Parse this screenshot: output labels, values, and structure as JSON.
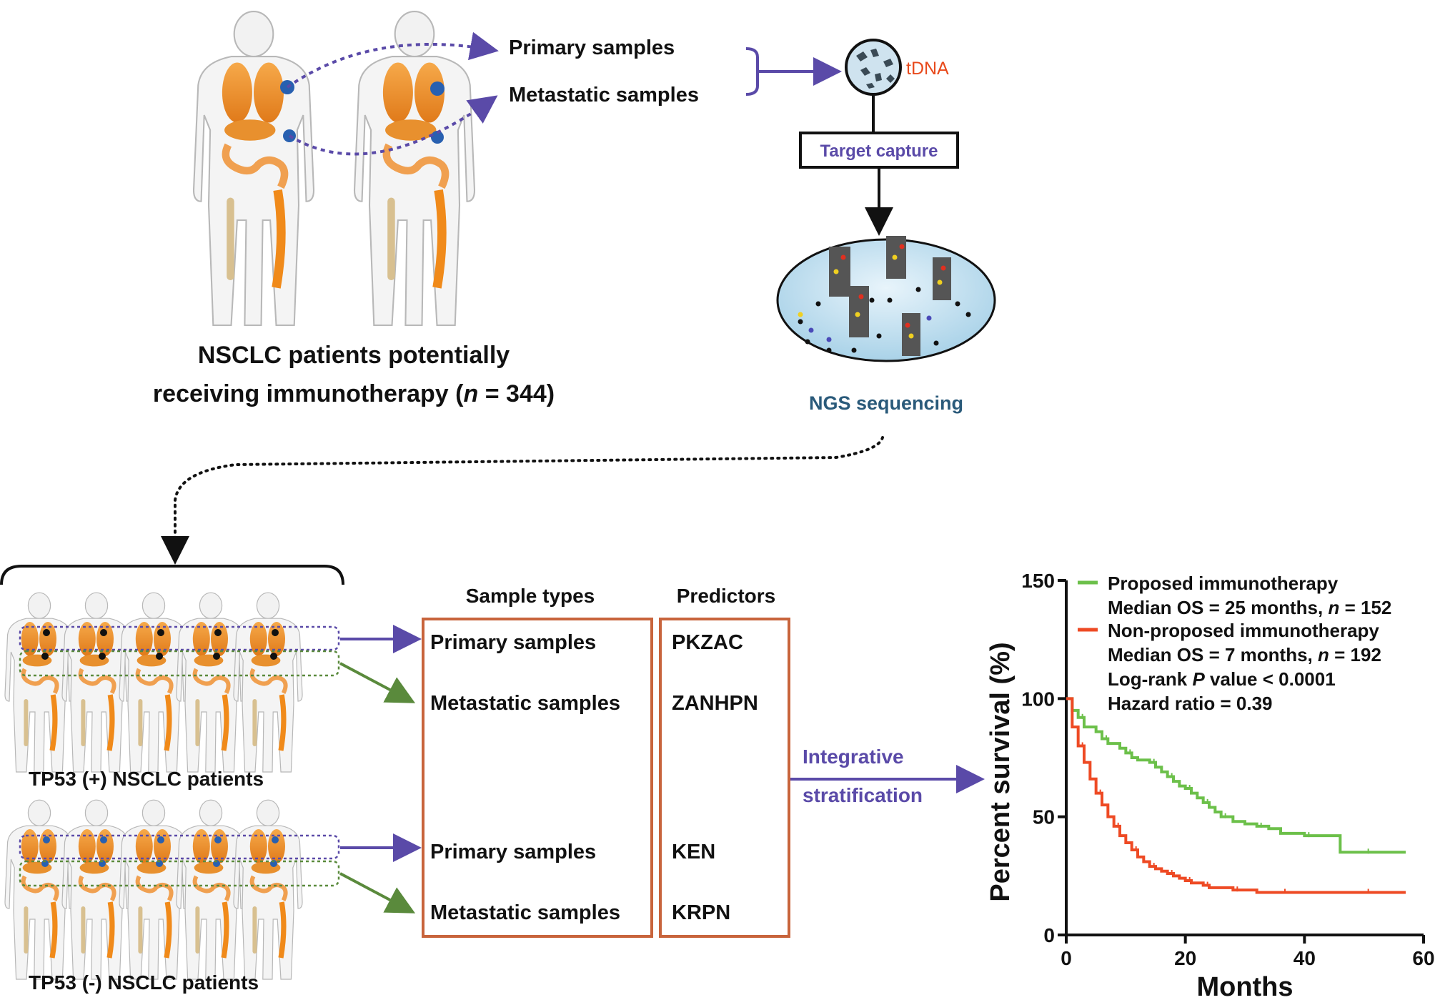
{
  "top": {
    "primary_label": "Primary samples",
    "metastatic_label": "Metastatic samples",
    "tdna_label": "tDNA",
    "target_capture_label": "Target capture",
    "ngs_label": "NGS sequencing",
    "cohort_line1": "NSCLC patients potentially",
    "cohort_line2_prefix": "receiving immunotherapy (",
    "cohort_n_symbol": "n",
    "cohort_line2_suffix": " = 344)"
  },
  "groups": {
    "tp53_pos_label": "TP53 (+) NSCLC patients",
    "tp53_neg_label": "TP53 (-) NSCLC patients"
  },
  "table": {
    "sample_types_header": "Sample types",
    "predictors_header": "Predictors",
    "rows": [
      {
        "sample": "Primary samples",
        "predictor": "PKZAC"
      },
      {
        "sample": "Metastatic samples",
        "predictor": "ZANHPN"
      },
      {
        "sample": "Primary samples",
        "predictor": "KEN"
      },
      {
        "sample": "Metastatic samples",
        "predictor": "KRPN"
      }
    ]
  },
  "integrative": {
    "line1": "Integrative",
    "line2": "stratification"
  },
  "chart_data": {
    "type": "line",
    "xlabel": "Months",
    "ylabel": "Percent survival (%)",
    "xlim": [
      0,
      60
    ],
    "ylim": [
      0,
      150
    ],
    "xticks": [
      0,
      20,
      40,
      60
    ],
    "yticks": [
      0,
      50,
      100,
      150
    ],
    "legend": {
      "proposed_name": "Proposed immunotherapy",
      "proposed_stats_prefix": "Median OS = 25 months, ",
      "proposed_n_symbol": "n",
      "proposed_n_value": " = 152",
      "nonproposed_name": "Non-proposed immunotherapy",
      "nonproposed_stats_prefix": "Median OS = 7 months, ",
      "nonproposed_n_symbol": "n",
      "nonproposed_n_value": " = 192",
      "logrank_prefix": "Log-rank ",
      "logrank_p": "P",
      "logrank_suffix": " value < 0.0001",
      "hazard": "Hazard ratio = 0.39"
    },
    "series": [
      {
        "name": "Proposed immunotherapy",
        "color": "#6cc04a",
        "x": [
          0,
          1,
          2,
          3,
          5,
          6,
          7,
          9,
          10,
          11,
          12,
          14,
          15,
          16,
          17,
          18,
          19,
          20,
          21,
          22,
          23,
          24,
          25,
          26,
          28,
          30,
          32,
          34,
          36,
          40,
          44,
          46,
          50,
          54,
          57
        ],
        "y": [
          100,
          95,
          92,
          88,
          86,
          83,
          81,
          79,
          77,
          75,
          74,
          73,
          71,
          69,
          67,
          65,
          63,
          62,
          60,
          58,
          56,
          54,
          52,
          50,
          48,
          47,
          46,
          45,
          43,
          42,
          42,
          35,
          35,
          35,
          35
        ]
      },
      {
        "name": "Non-proposed immunotherapy",
        "color": "#ee4a24",
        "x": [
          0,
          1,
          2,
          3,
          4,
          5,
          6,
          7,
          8,
          9,
          10,
          11,
          12,
          13,
          14,
          15,
          16,
          17,
          18,
          19,
          20,
          21,
          22,
          23,
          24,
          26,
          28,
          30,
          32,
          36,
          40,
          45,
          50,
          54,
          57
        ],
        "y": [
          100,
          88,
          80,
          73,
          66,
          60,
          55,
          50,
          46,
          42,
          39,
          36,
          33,
          31,
          29,
          28,
          27,
          26,
          25,
          24,
          23,
          22,
          22,
          21,
          20,
          20,
          19,
          19,
          18,
          18,
          18,
          18,
          18,
          18,
          18
        ]
      }
    ]
  },
  "colors": {
    "purple": "#5a4aa8",
    "green_arrow": "#5a8a3c",
    "box_orange": "#c8643c",
    "tdna_red": "#e84a1c",
    "ngs_blue": "#2a5a7a"
  }
}
